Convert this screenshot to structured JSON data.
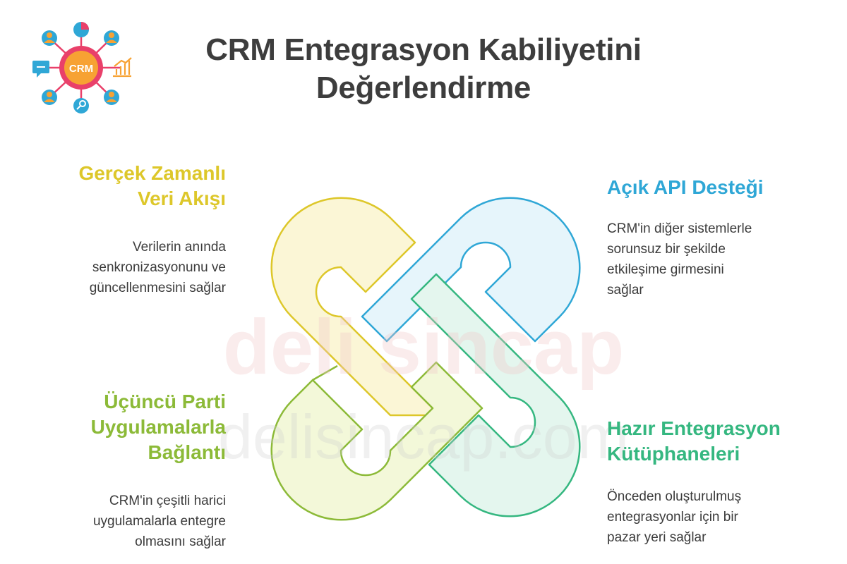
{
  "title": {
    "line1": "CRM Entegrasyon Kabiliyetini",
    "line2": "Değerlendirme"
  },
  "logo": {
    "label": "CRM"
  },
  "watermark": {
    "top": "deli sincap",
    "bottom": "delisincap.com"
  },
  "items": [
    {
      "title_line1": "Gerçek Zamanlı",
      "title_line2": "Veri Akışı",
      "desc": [
        "Verilerin anında",
        "senkronizasyonunu ve",
        "güncellenmesini sağlar"
      ],
      "color": "#ddc72a"
    },
    {
      "title_line1": "Açık API Desteği",
      "desc": [
        "CRM'in diğer sistemlerle",
        "sorunsuz bir şekilde",
        "etkileşime girmesini",
        "sağlar"
      ],
      "color": "#2fa7d6"
    },
    {
      "title_line1": "Üçüncü Parti",
      "title_line2": "Uygulamalarla",
      "title_line3": "Bağlantı",
      "desc": [
        "CRM'in çeşitli harici",
        "uygulamalarla entegre",
        "olmasını sağlar"
      ],
      "color": "#8cba38"
    },
    {
      "title_line1": "Hazır Entegrasyon",
      "title_line2": "Kütüphaneleri",
      "desc": [
        "Önceden oluşturulmuş",
        "entegrasyonlar için bir",
        "pazar yeri sağlar"
      ],
      "color": "#35b780"
    }
  ]
}
